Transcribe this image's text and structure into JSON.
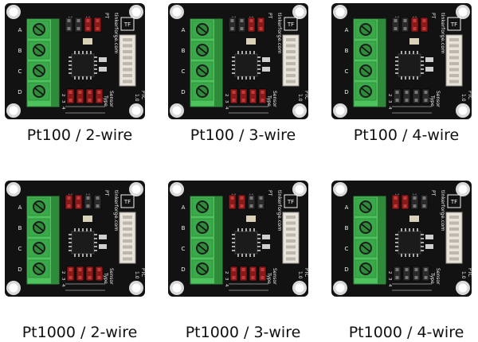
{
  "board": {
    "brand": "tinkerforge.com",
    "logo_text": "TF",
    "header_top": "PT",
    "header_top_labels": [
      "1000",
      "100"
    ],
    "header_bottom_labels": [
      "2",
      "3",
      "4"
    ],
    "sensor_label_line1": "Sensor",
    "sensor_label_line2": "Type",
    "ptc_label_line1": "PTC",
    "ptc_label_line2": "1.0",
    "terminal_labels": [
      "A",
      "B",
      "C",
      "D"
    ],
    "colors": {
      "pcb": "#121212",
      "terminal": "#4ec25c",
      "terminal_dark": "#2f8a3a",
      "jumper_red": "#8a1a1a",
      "jumper_dark": "#2a2a2a",
      "connector": "#e8e4dc",
      "silk": "#f2f2f2",
      "hole_ring": "#d9d9d9"
    }
  },
  "configs": [
    {
      "caption": "Pt100 / 2-wire",
      "top": [
        false,
        true
      ],
      "bottom": [
        true,
        true,
        true
      ]
    },
    {
      "caption": "Pt100 / 3-wire",
      "top": [
        false,
        true
      ],
      "bottom": [
        false,
        true,
        true
      ]
    },
    {
      "caption": "Pt100 / 4-wire",
      "top": [
        false,
        true
      ],
      "bottom": [
        false,
        false,
        false
      ]
    },
    {
      "caption": "Pt1000 / 2-wire",
      "top": [
        true,
        false
      ],
      "bottom": [
        true,
        true,
        true
      ]
    },
    {
      "caption": "Pt1000 / 3-wire",
      "top": [
        true,
        false
      ],
      "bottom": [
        false,
        true,
        true
      ]
    },
    {
      "caption": "Pt1000 / 4-wire",
      "top": [
        true,
        false
      ],
      "bottom": [
        false,
        false,
        false
      ]
    }
  ]
}
